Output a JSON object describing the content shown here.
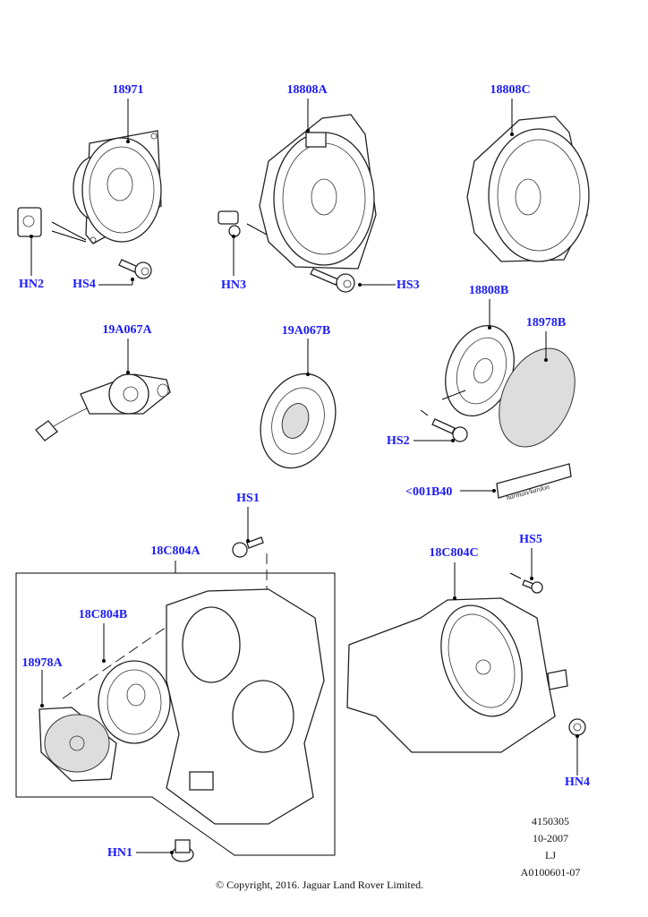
{
  "diagram": {
    "title": "Audio speakers exploded parts diagram",
    "label_color": "#1a1aff",
    "callouts": [
      {
        "id": "18971",
        "part": "front door tweeter/midrange speaker, square flange"
      },
      {
        "id": "18808A",
        "part": "door speaker with connector"
      },
      {
        "id": "18808C",
        "part": "door speaker with connector"
      },
      {
        "id": "HN2",
        "part": "clip nut"
      },
      {
        "id": "HS4",
        "part": "screw"
      },
      {
        "id": "HN3",
        "part": "push-in fastener"
      },
      {
        "id": "HS3",
        "part": "screw"
      },
      {
        "id": "18808B",
        "part": "speaker"
      },
      {
        "id": "18978B",
        "part": "speaker grille (mesh)"
      },
      {
        "id": "19A067A",
        "part": "tweeter with harness"
      },
      {
        "id": "19A067B",
        "part": "tweeter"
      },
      {
        "id": "HS2",
        "part": "screw"
      },
      {
        "id": "<001B40",
        "part": "harman/kardon badge"
      },
      {
        "id": "HS1",
        "part": "bolt"
      },
      {
        "id": "18C804A",
        "part": "subwoofer enclosure assembly"
      },
      {
        "id": "18C804B",
        "part": "subwoofer speaker"
      },
      {
        "id": "18978A",
        "part": "speaker grille"
      },
      {
        "id": "HN1",
        "part": "flange nut"
      },
      {
        "id": "18C804C",
        "part": "subwoofer enclosure"
      },
      {
        "id": "HS5",
        "part": "bolt"
      },
      {
        "id": "HN4",
        "part": "flange nut"
      }
    ],
    "badge_text": "harman/kardon"
  },
  "info_block": {
    "lines": [
      "4150305",
      "10-2007",
      "LJ",
      "A0100601-07"
    ]
  },
  "footer": {
    "copyright": "© Copyright, 2016. Jaguar Land Rover Limited."
  }
}
